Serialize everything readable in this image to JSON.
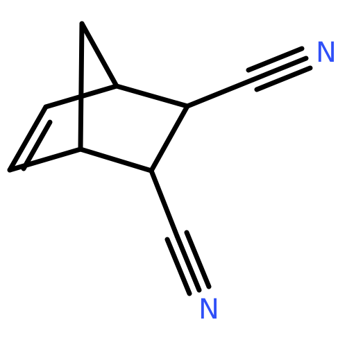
{
  "diagram": {
    "type": "chemical-structure",
    "background": "#ffffff",
    "bond_color": "#000000",
    "atom_labels": [
      {
        "id": "n-upper",
        "text": "N",
        "color": "#3050F8"
      },
      {
        "id": "n-lower",
        "text": "N",
        "color": "#3050F8"
      }
    ]
  }
}
